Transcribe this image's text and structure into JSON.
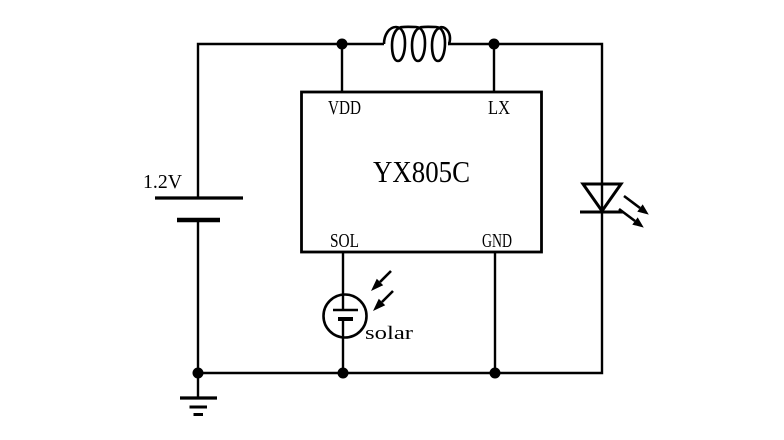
{
  "colors": {
    "line": "#000000",
    "background": "#ffffff"
  },
  "battery": {
    "voltage_label": "1.2V"
  },
  "ic": {
    "part_number": "YX805C",
    "pin_vdd": "VDD",
    "pin_lx": "LX",
    "pin_sol": "SOL",
    "pin_gnd": "GND"
  },
  "solar_cell": {
    "label": "solar"
  }
}
